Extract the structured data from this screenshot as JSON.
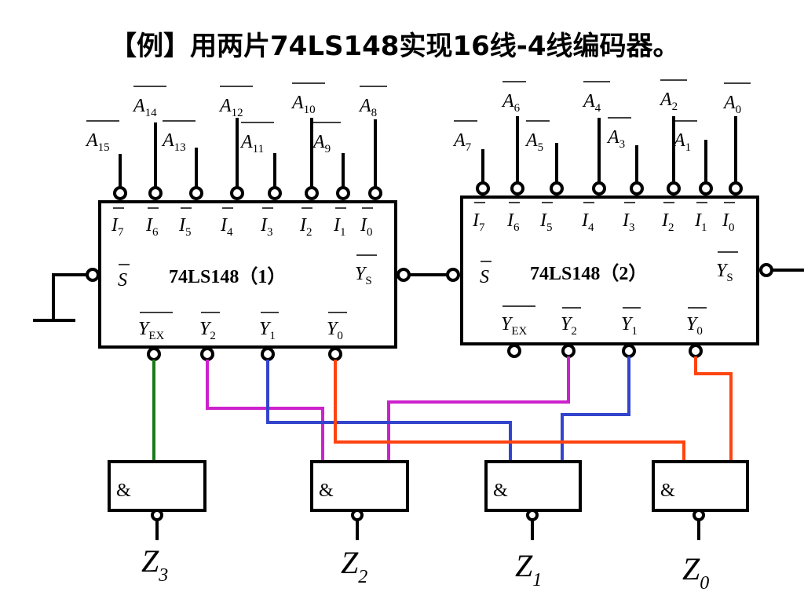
{
  "title": "【例】用两片74LS148实现16线-4线编码器。",
  "chips": [
    {
      "name": "74LS148（1）",
      "enable_in": "S",
      "enable_out": "Y",
      "enable_out_sub": "S",
      "gs": "Y",
      "gs_sub": "EX",
      "inputs": [
        {
          "n": "I",
          "s": "7"
        },
        {
          "n": "I",
          "s": "6"
        },
        {
          "n": "I",
          "s": "5"
        },
        {
          "n": "I",
          "s": "4"
        },
        {
          "n": "I",
          "s": "3"
        },
        {
          "n": "I",
          "s": "2"
        },
        {
          "n": "I",
          "s": "1"
        },
        {
          "n": "I",
          "s": "0"
        }
      ],
      "outputs": [
        {
          "n": "Y",
          "s": "2"
        },
        {
          "n": "Y",
          "s": "1"
        },
        {
          "n": "Y",
          "s": "0"
        }
      ],
      "signals": [
        {
          "n": "A",
          "s": "15"
        },
        {
          "n": "A",
          "s": "14"
        },
        {
          "n": "A",
          "s": "13"
        },
        {
          "n": "A",
          "s": "12"
        },
        {
          "n": "A",
          "s": "11"
        },
        {
          "n": "A",
          "s": "10"
        },
        {
          "n": "A",
          "s": "9"
        },
        {
          "n": "A",
          "s": "8"
        }
      ]
    },
    {
      "name": "74LS148（2）",
      "enable_in": "S",
      "enable_out": "Y",
      "enable_out_sub": "S",
      "gs": "Y",
      "gs_sub": "EX",
      "inputs": [
        {
          "n": "I",
          "s": "7"
        },
        {
          "n": "I",
          "s": "6"
        },
        {
          "n": "I",
          "s": "5"
        },
        {
          "n": "I",
          "s": "4"
        },
        {
          "n": "I",
          "s": "3"
        },
        {
          "n": "I",
          "s": "2"
        },
        {
          "n": "I",
          "s": "1"
        },
        {
          "n": "I",
          "s": "0"
        }
      ],
      "outputs": [
        {
          "n": "Y",
          "s": "2"
        },
        {
          "n": "Y",
          "s": "1"
        },
        {
          "n": "Y",
          "s": "0"
        }
      ],
      "signals": [
        {
          "n": "A",
          "s": "7"
        },
        {
          "n": "A",
          "s": "6"
        },
        {
          "n": "A",
          "s": "5"
        },
        {
          "n": "A",
          "s": "4"
        },
        {
          "n": "A",
          "s": "3"
        },
        {
          "n": "A",
          "s": "2"
        },
        {
          "n": "A",
          "s": "1"
        },
        {
          "n": "A",
          "s": "0"
        }
      ]
    }
  ],
  "gates": [
    {
      "symbol": "&",
      "out": "Z",
      "out_sub": "3"
    },
    {
      "symbol": "&",
      "out": "Z",
      "out_sub": "2"
    },
    {
      "symbol": "&",
      "out": "Z",
      "out_sub": "1"
    },
    {
      "symbol": "&",
      "out": "Z",
      "out_sub": "0"
    }
  ],
  "colors": {
    "green": "#1a7a1a",
    "magenta": "#cc22cc",
    "blue": "#3344cc",
    "orange": "#ff4411",
    "line": "#000000"
  }
}
